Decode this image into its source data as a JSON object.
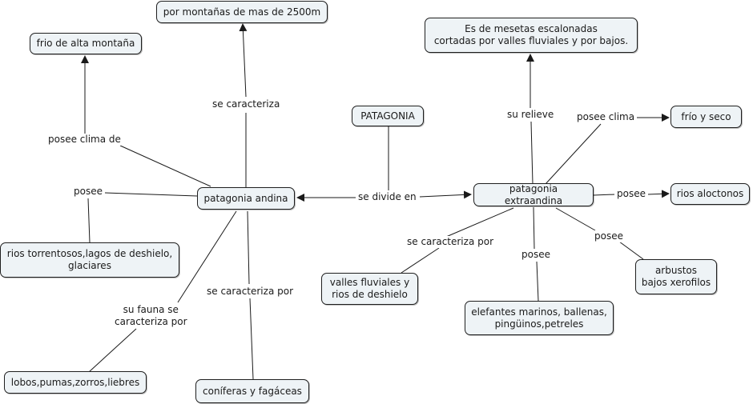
{
  "concepts": {
    "patagonia": "PATAGONIA",
    "andina": "patagonia andina",
    "extraandina": "patagonia extraandina",
    "montanas": "por montañas de mas de 2500m",
    "frio_alta": "frio de alta montaña",
    "mesetas": "Es de mesetas escalonadas\ncortadas por valles fluviales y por bajos.",
    "frio_seco": "frío y seco",
    "rios_aloctonos": "rios aloctonos",
    "rios_torrentosos": "rios torrentosos,lagos de deshielo,\nglaciares",
    "valles": "valles fluviales y\nrios de deshielo",
    "elefantes": "elefantes marinos, ballenas,\npingüinos,petreles",
    "arbustos": "arbustos\nbajos xerofilos",
    "lobos": "lobos,pumas,zorros,liebres",
    "coniferas": "coníferas y fagáceas"
  },
  "links": {
    "se_divide_en": "se divide en",
    "se_caracteriza": "se caracteriza",
    "posee_clima_de": "posee clima de",
    "posee_andina": "posee",
    "su_fauna": "su fauna se\ncaracteriza por",
    "se_caracteriza_por_andina": "se caracteriza por",
    "su_relieve": "su relieve",
    "posee_clima": "posee clima",
    "posee_extra": "posee",
    "se_caracteriza_por_extra": "se caracteriza por",
    "posee_fauna": "posee",
    "posee_arbustos": "posee"
  },
  "colors": {
    "node_fill": "#eef3f6",
    "node_border": "#1f1f1f",
    "line": "#1a1a1a"
  }
}
